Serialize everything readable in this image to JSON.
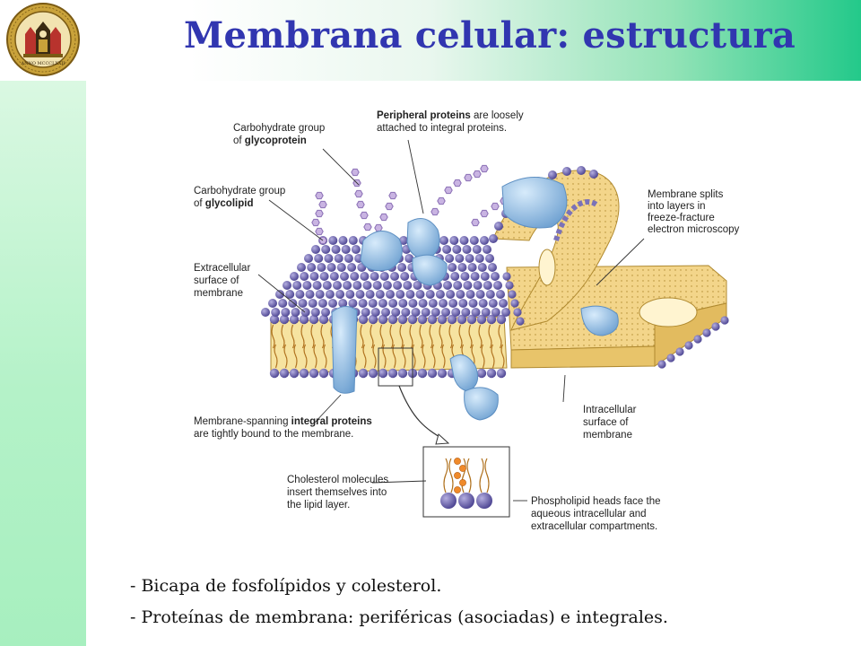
{
  "slide": {
    "title": "Membrana celular: estructura",
    "bullets": [
      "- Bicapa de fosfolípidos y colesterol.",
      "- Proteínas de membrana: periféricas (asociadas) e integrales."
    ]
  },
  "seal": {
    "ring_text": "ANNO MCCCLXXII",
    "colors": {
      "gold": "#c9a23a",
      "red": "#b8332d",
      "dark": "#3a2a12"
    }
  },
  "diagram": {
    "labels": {
      "carb_glycoprotein_l1": "Carbohydrate group",
      "carb_glycoprotein_l2_pre": "of ",
      "carb_glycoprotein_l2_bold": "glycoprotein",
      "peripheral_bold": "Peripheral proteins",
      "peripheral_l1_rest": " are loosely",
      "peripheral_l2": "attached to integral proteins.",
      "carb_glycolipid_l1": "Carbohydrate group",
      "carb_glycolipid_l2_pre": "of ",
      "carb_glycolipid_l2_bold": "glycolipid",
      "extracellular_l1": "Extracellular",
      "extracellular_l2": "surface of",
      "extracellular_l3": "membrane",
      "splits_l1": "Membrane splits",
      "splits_l2": "into layers in",
      "splits_l3": "freeze-fracture",
      "splits_l4": "electron microscopy",
      "integral_l1_pre": "Membrane-spanning ",
      "integral_l1_bold": "integral proteins",
      "integral_l2": "are tightly bound to the membrane.",
      "intracellular_l1": "Intracellular",
      "intracellular_l2": "surface of",
      "intracellular_l3": "membrane",
      "cholesterol_l1": "Cholesterol molecules",
      "cholesterol_l2": "insert themselves into",
      "cholesterol_l3": "the lipid layer.",
      "phospho_l1": "Phospholipid heads face the",
      "phospho_l2": "aqueous intracellular and",
      "phospho_l3": "extracellular compartments."
    },
    "colors": {
      "head": "#7b72b8",
      "head_dark": "#4a4290",
      "bilayer": "#f6e3a0",
      "fracture": "#f3d58a",
      "protein": "#9cc6ec",
      "protein_dark": "#5d8fc2",
      "sugar": "#c9b4e2",
      "cholesterol": "#f08a2a",
      "leader": "#333333"
    }
  }
}
